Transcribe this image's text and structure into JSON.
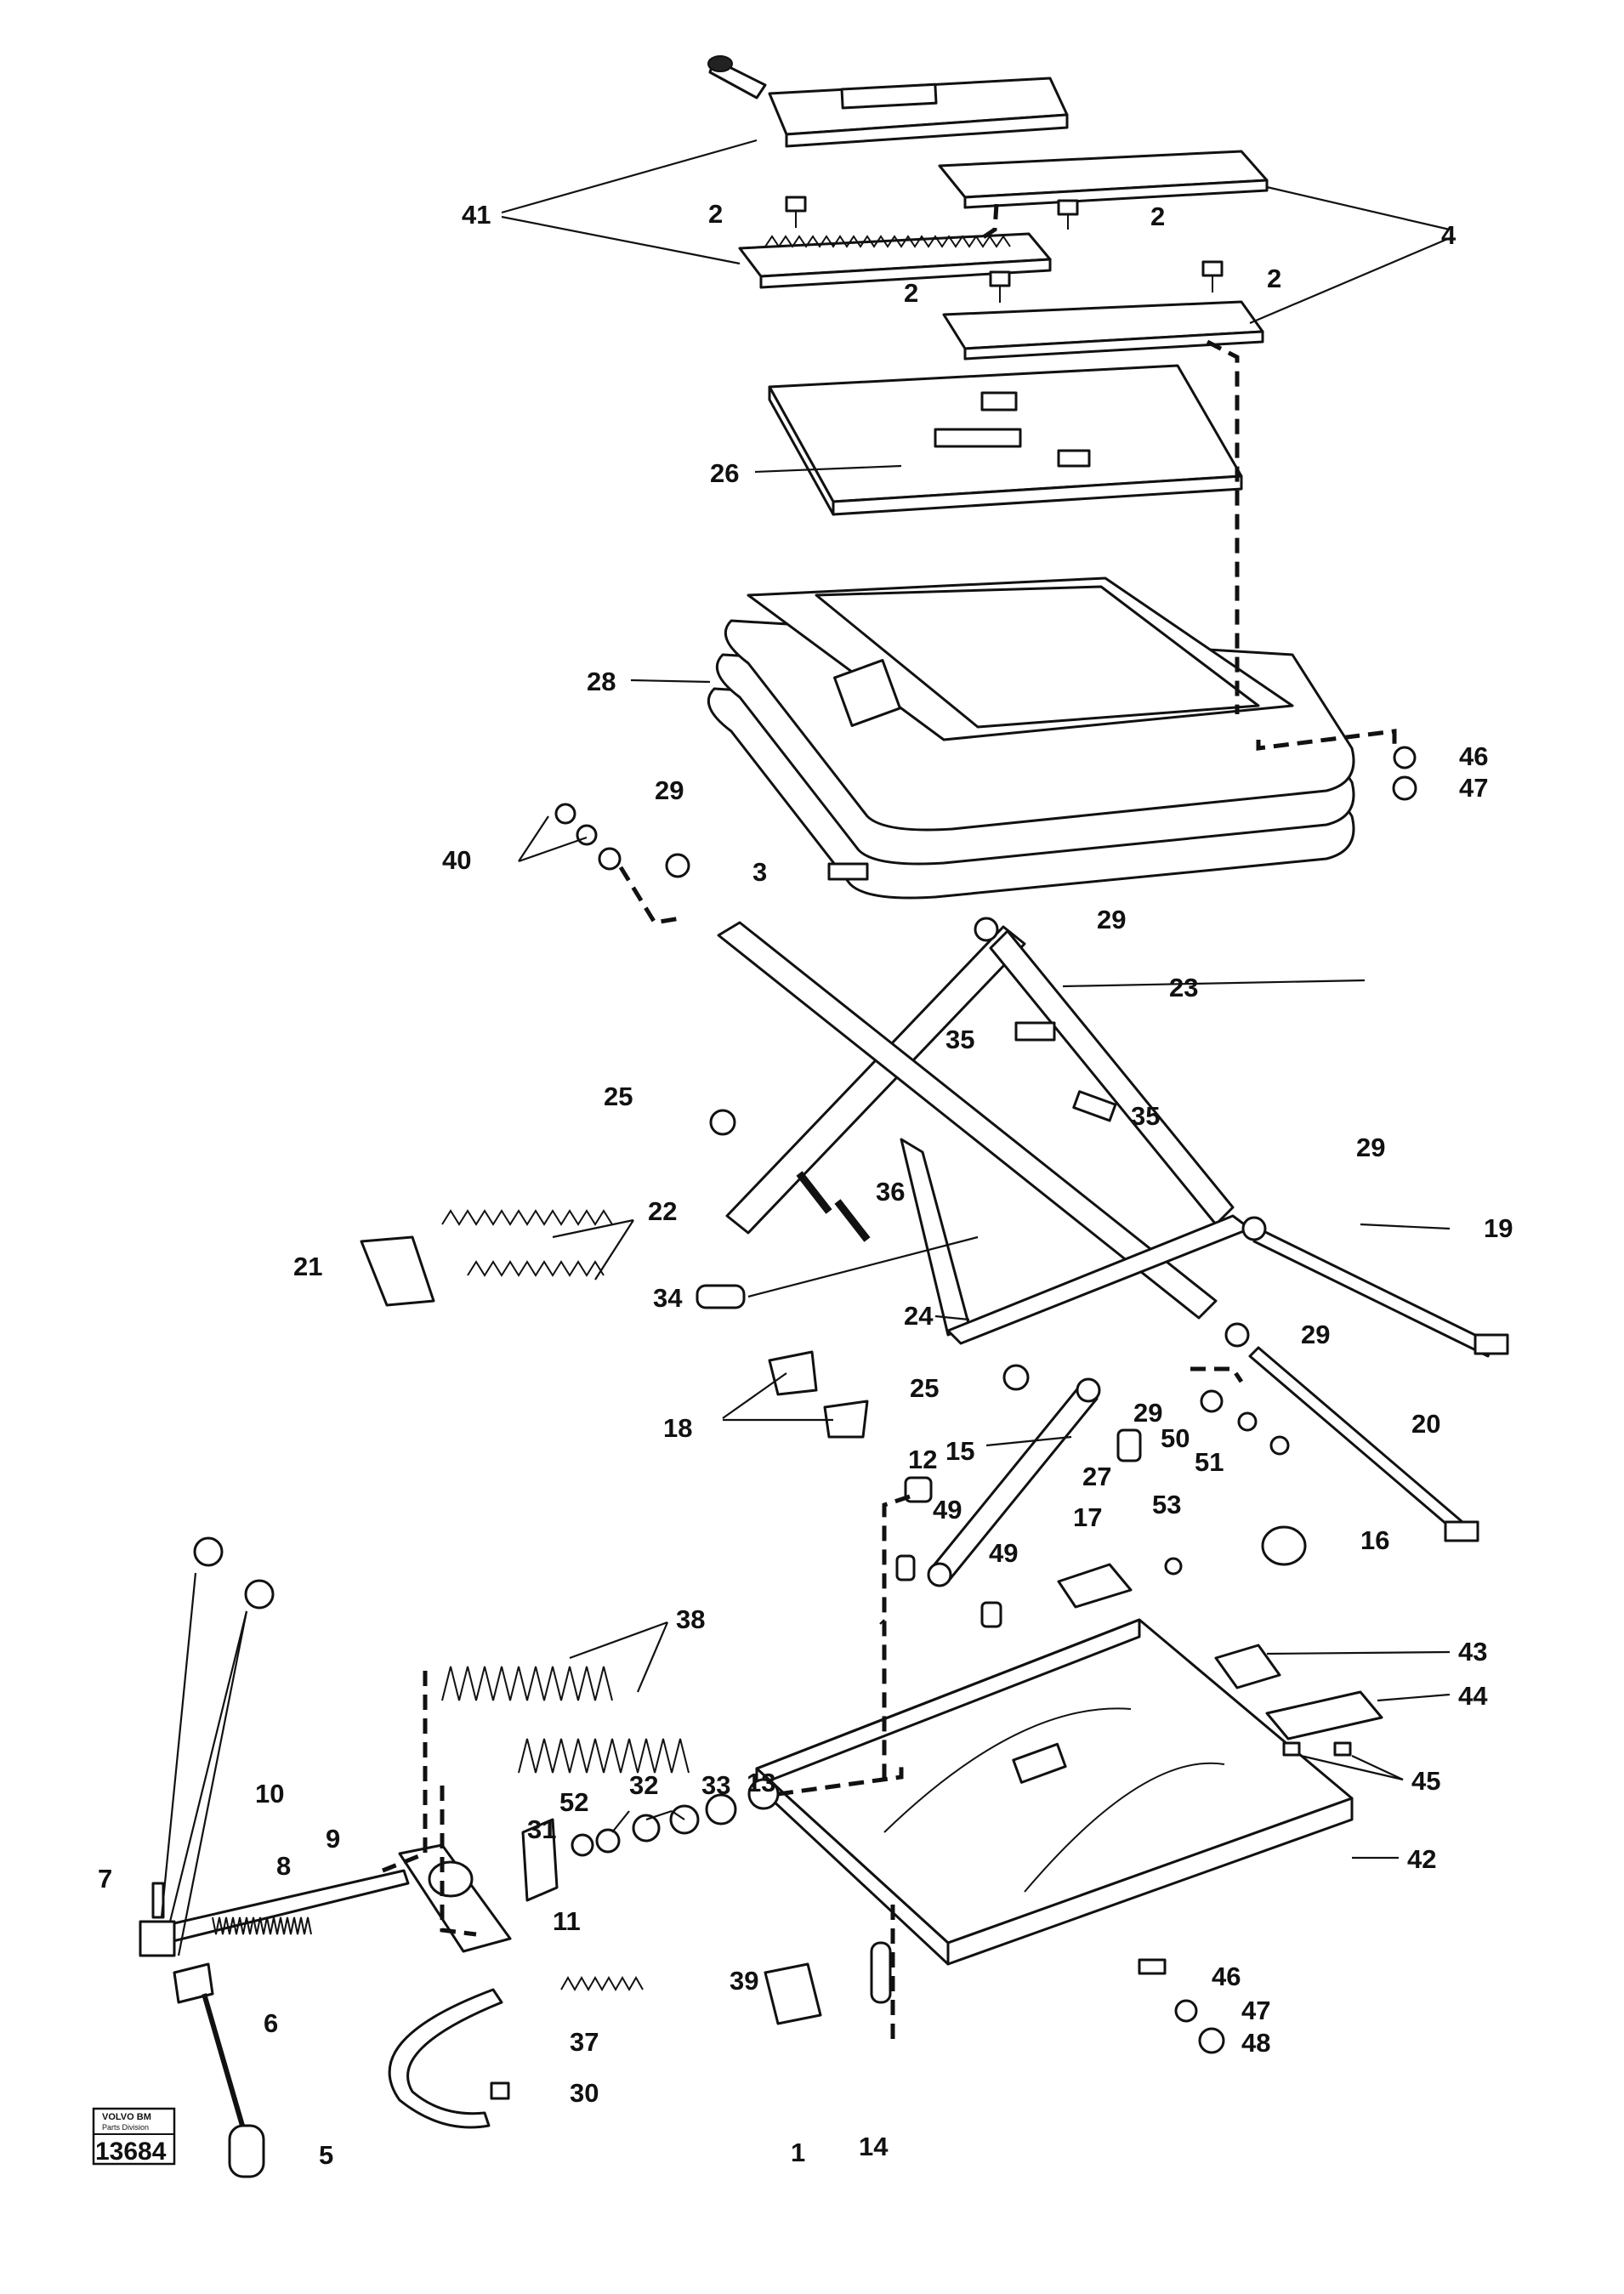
{
  "diagram": {
    "callouts": [
      "41",
      "2",
      "2",
      "2",
      "2",
      "4",
      "26",
      "28",
      "46",
      "47",
      "29",
      "40",
      "3",
      "29",
      "23",
      "35",
      "25",
      "35",
      "29",
      "36",
      "22",
      "21",
      "19",
      "34",
      "24",
      "29",
      "25",
      "18",
      "29",
      "50",
      "51",
      "20",
      "12",
      "15",
      "27",
      "49",
      "17",
      "53",
      "16",
      "49",
      "38",
      "43",
      "44",
      "45",
      "10",
      "9",
      "52",
      "32",
      "33",
      "13",
      "31",
      "7",
      "8",
      "42",
      "11",
      "39",
      "6",
      "37",
      "46",
      "47",
      "48",
      "30",
      "5",
      "1",
      "14"
    ],
    "badge": {
      "brand": "VOLVO BM",
      "division": "Parts Division",
      "number": "13684"
    }
  }
}
